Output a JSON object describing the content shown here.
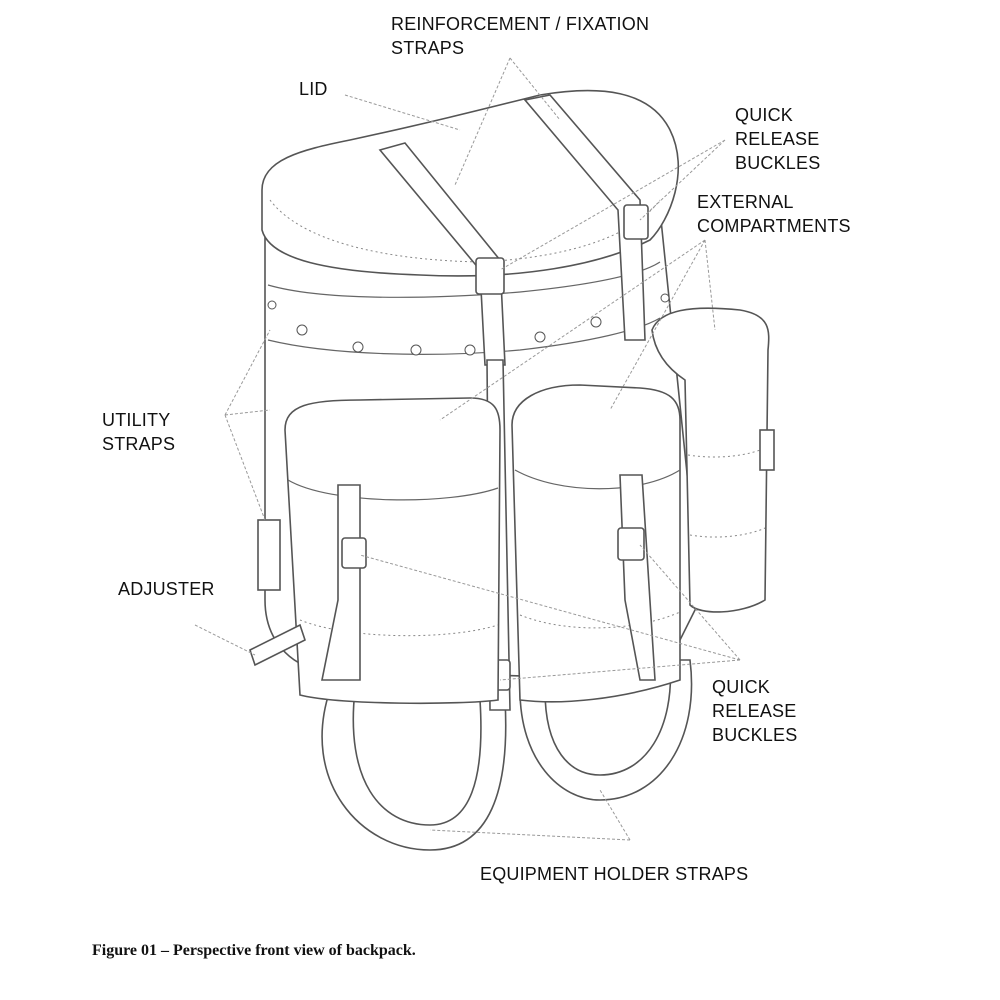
{
  "labels": {
    "reinforcement": [
      "REINFORCEMENT / FIXATION",
      "STRAPS"
    ],
    "lid": [
      "LID"
    ],
    "quick_release_top": [
      "QUICK",
      "RELEASE",
      "BUCKLES"
    ],
    "external_compartments": [
      "EXTERNAL",
      "COMPARTMENTS"
    ],
    "utility_straps": [
      "UTILITY",
      "STRAPS"
    ],
    "adjuster": [
      "ADJUSTER"
    ],
    "quick_release_bottom": [
      "QUICK",
      "RELEASE",
      "BUCKLES"
    ],
    "equipment_holder": [
      "EQUIPMENT HOLDER STRAPS"
    ]
  },
  "caption": "Figure 01 – Perspective front view of backpack."
}
